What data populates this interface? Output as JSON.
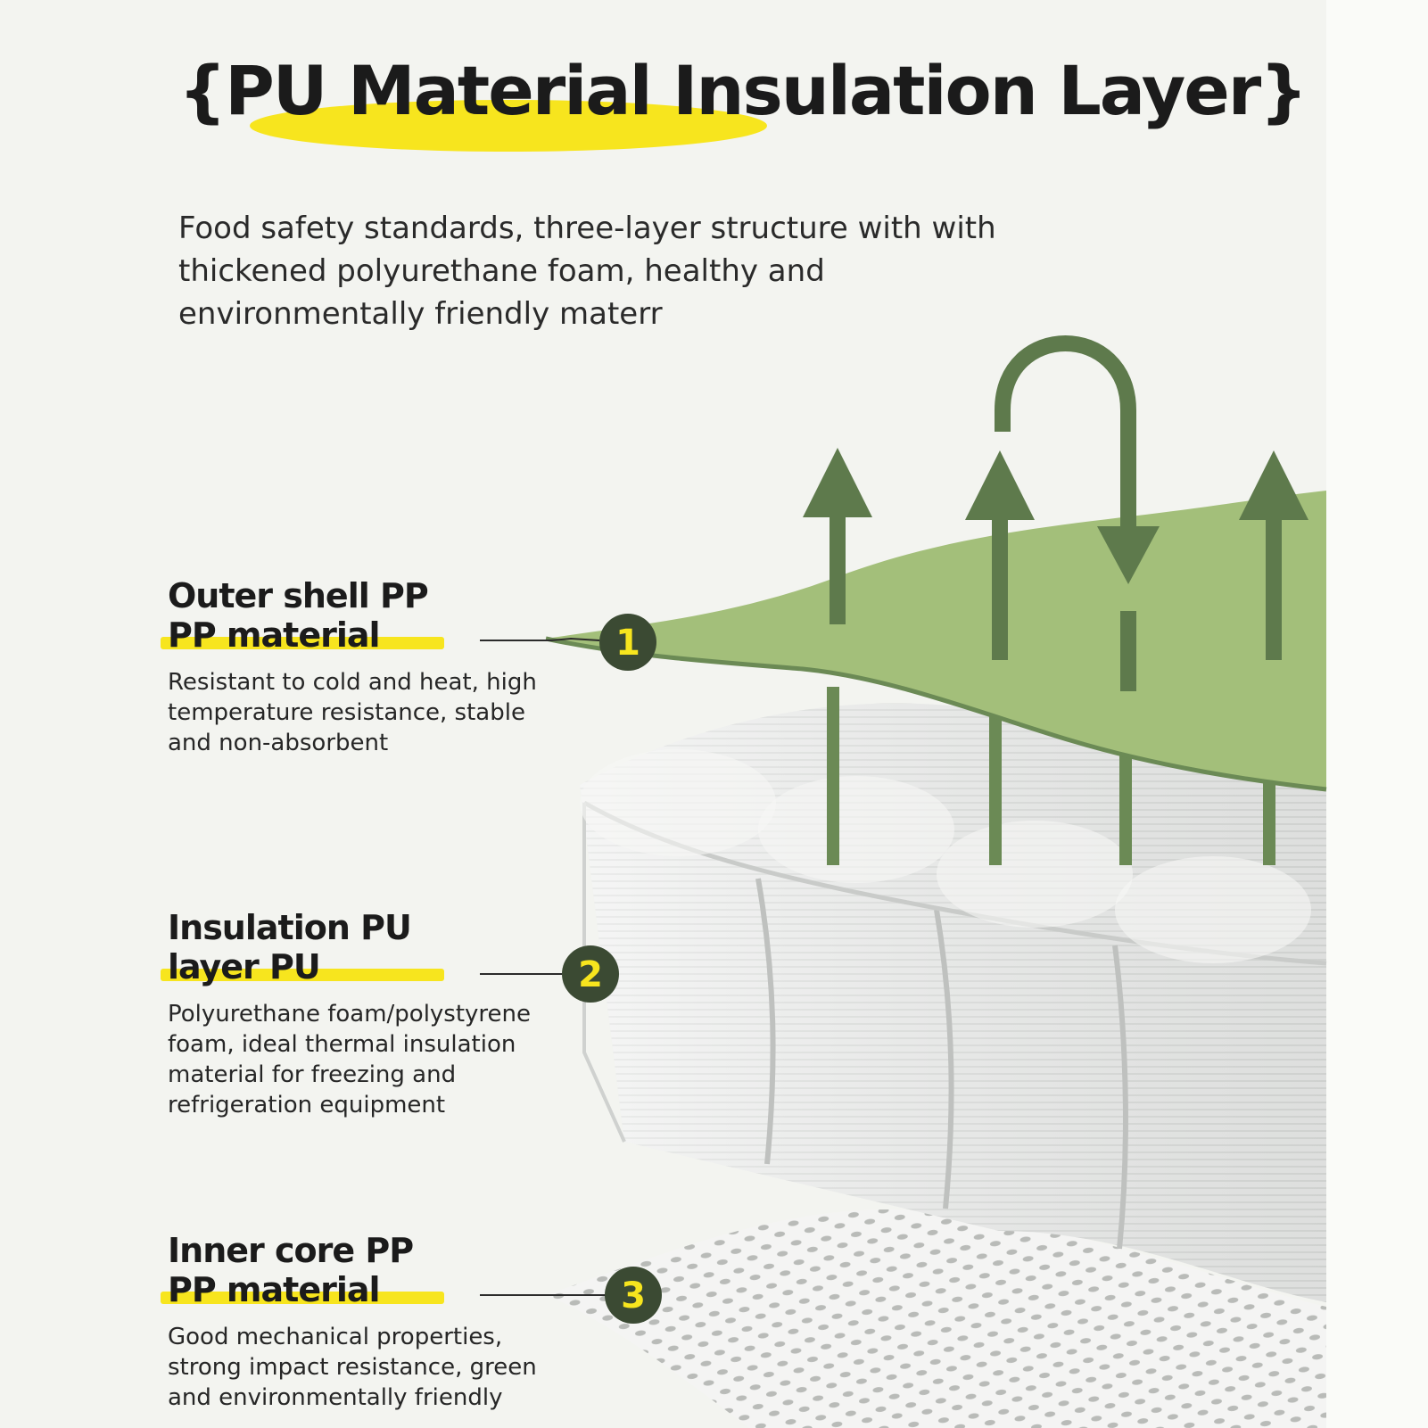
{
  "title": "{PU Material Insulation Layer}",
  "intro": "Food safety standards, three-layer structure with with thickened polyurethane foam, healthy and environmentally friendly materr",
  "layers": [
    {
      "number": "1",
      "title_line1": "Outer shell PP",
      "title_line2": "PP material",
      "description": "Resistant to cold and heat, high temperature resistance, stable and non-absorbent"
    },
    {
      "number": "2",
      "title_line1": "Insulation PU",
      "title_line2": "layer PU",
      "description": "Polyurethane foam/polystyrene foam, ideal thermal insulation material for freezing and refrigeration equipment"
    },
    {
      "number": "3",
      "title_line1": "Inner core PP",
      "title_line2": "PP material",
      "description": "Good mechanical properties, strong impact resistance, green and environmentally friendly"
    }
  ],
  "colors": {
    "accent_yellow": "#f7e51e",
    "shell_green": "#a3bf7a",
    "arrow_green": "#5e7a4c",
    "badge_dark": "#3b4a33",
    "foam_white": "#e6e7e6"
  }
}
